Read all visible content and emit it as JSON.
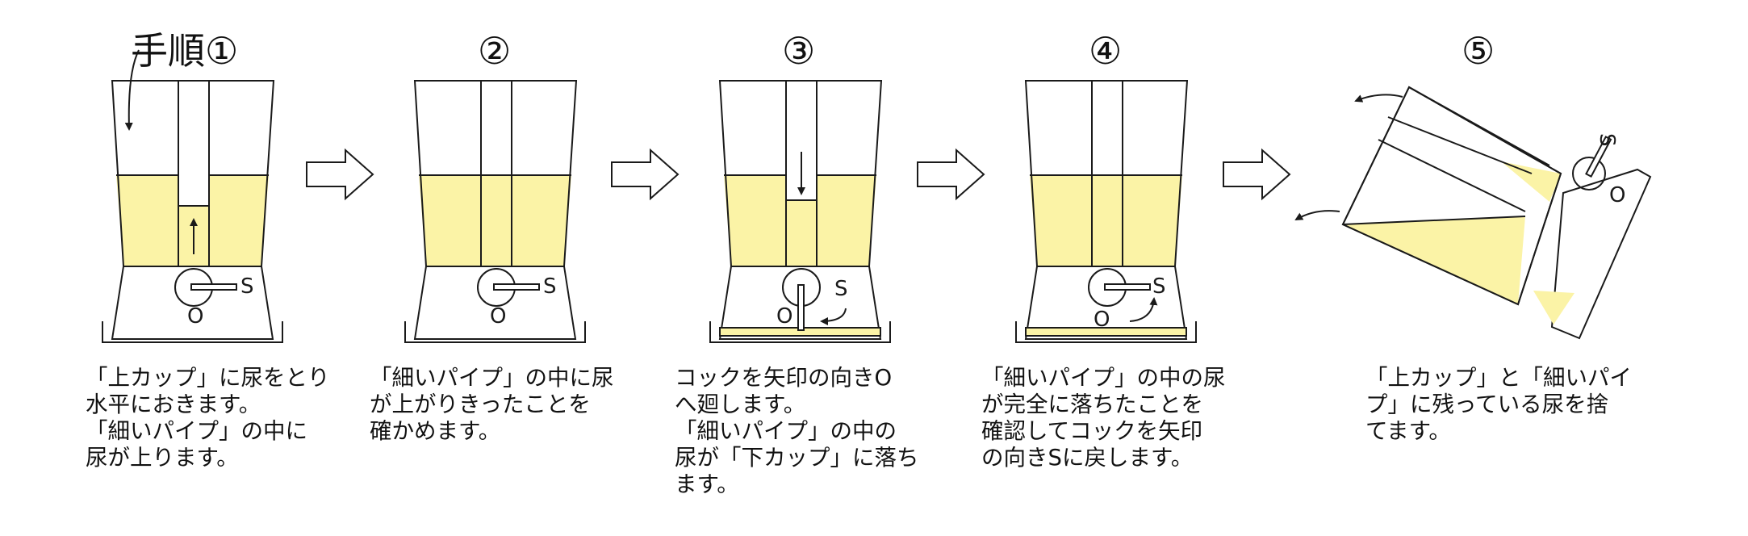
{
  "steps": [
    {
      "title": "手順①",
      "lines": [
        "「上カップ」に尿をとり",
        "水平におきます。",
        "「細いパイプ」の中に",
        "尿が上ります。"
      ]
    },
    {
      "title": "②",
      "lines": [
        "「細いパイプ」の中に尿",
        "が上がりきったことを",
        "確かめます。"
      ]
    },
    {
      "title": "③",
      "lines": [
        "コックを矢印の向きO",
        "へ廻します。",
        "「細いパイプ」の中の",
        "尿が「下カップ」に落ち",
        "ます。"
      ]
    },
    {
      "title": "④",
      "lines": [
        "「細いパイプ」の中の尿",
        "が完全に落ちたことを",
        "確認してコックを矢印",
        "の向きSに戻します。"
      ]
    },
    {
      "title": "⑤",
      "lines": [
        "「上カップ」と「細いパイ",
        "プ」に残っている尿を捨",
        "てます。"
      ]
    }
  ],
  "valve_labels": {
    "s": "S",
    "o": "O"
  },
  "colors": {
    "urine": "#fbf3a6",
    "line": "#1a1a1a",
    "background": "#ffffff"
  }
}
